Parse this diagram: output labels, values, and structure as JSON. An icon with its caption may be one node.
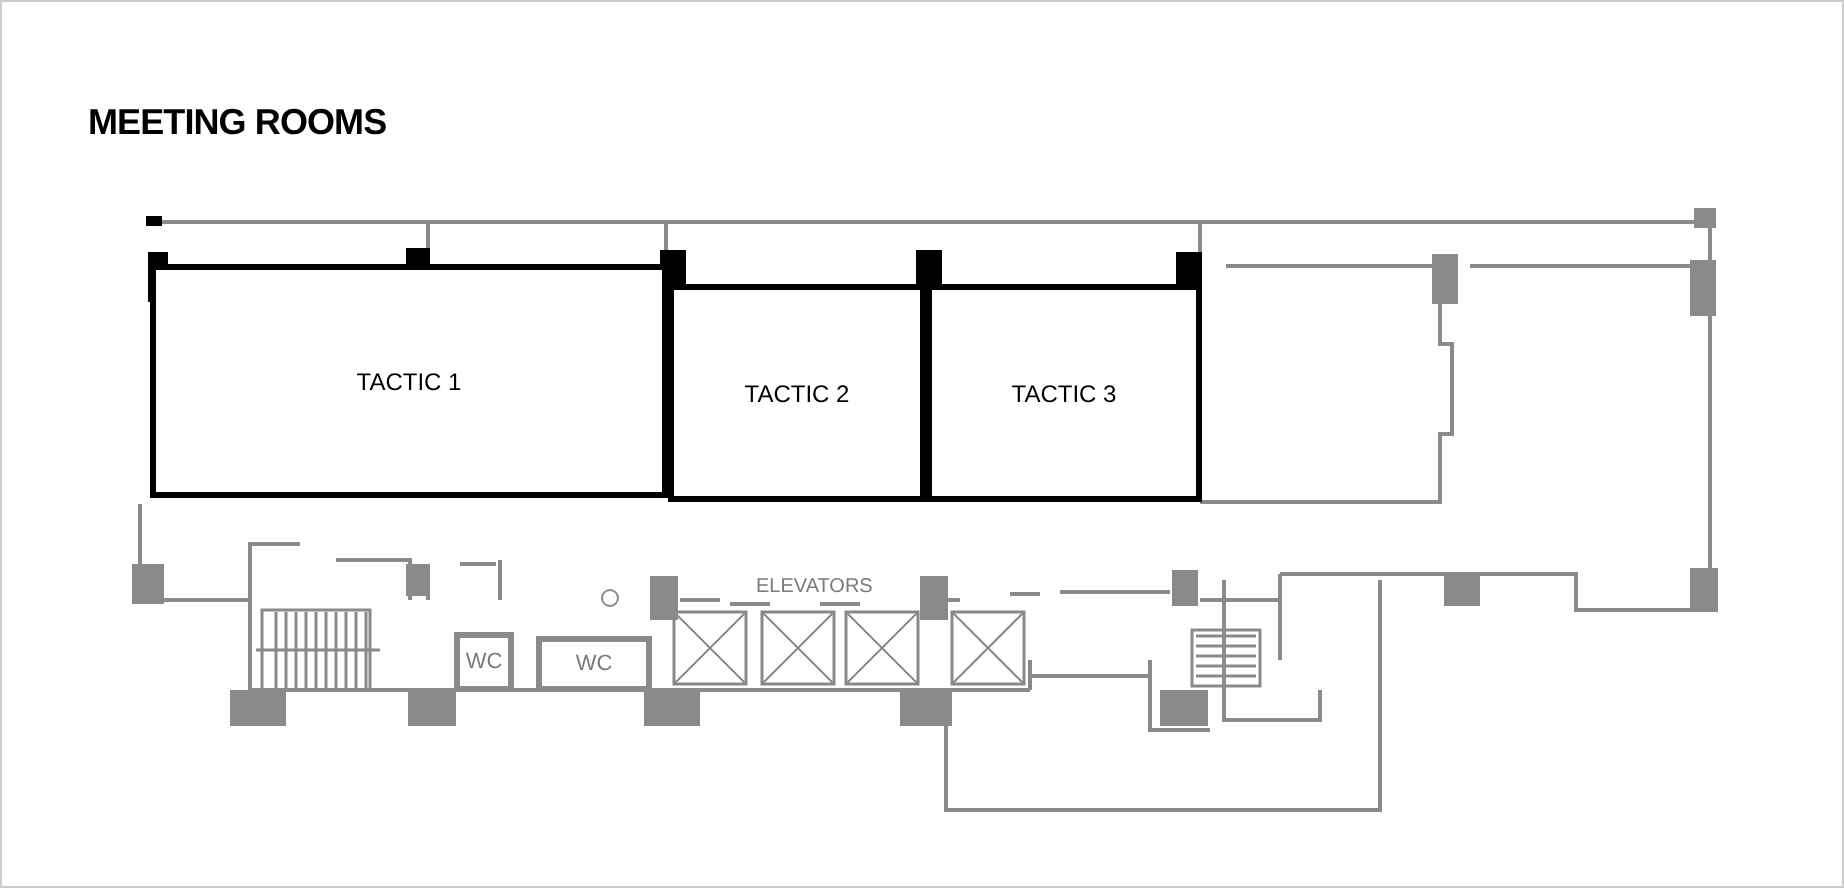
{
  "diagram": {
    "title": "MEETING ROOMS",
    "nodes": [
      {
        "text": [
          "TACTIC 1"
        ]
      },
      {
        "text": [
          "TACTIC 2"
        ]
      },
      {
        "text": [
          "TACTIC 3"
        ]
      },
      {
        "text": [
          "WC"
        ]
      },
      {
        "text": [
          "WC"
        ]
      }
    ],
    "labels": [
      "ELEVATORS"
    ]
  }
}
